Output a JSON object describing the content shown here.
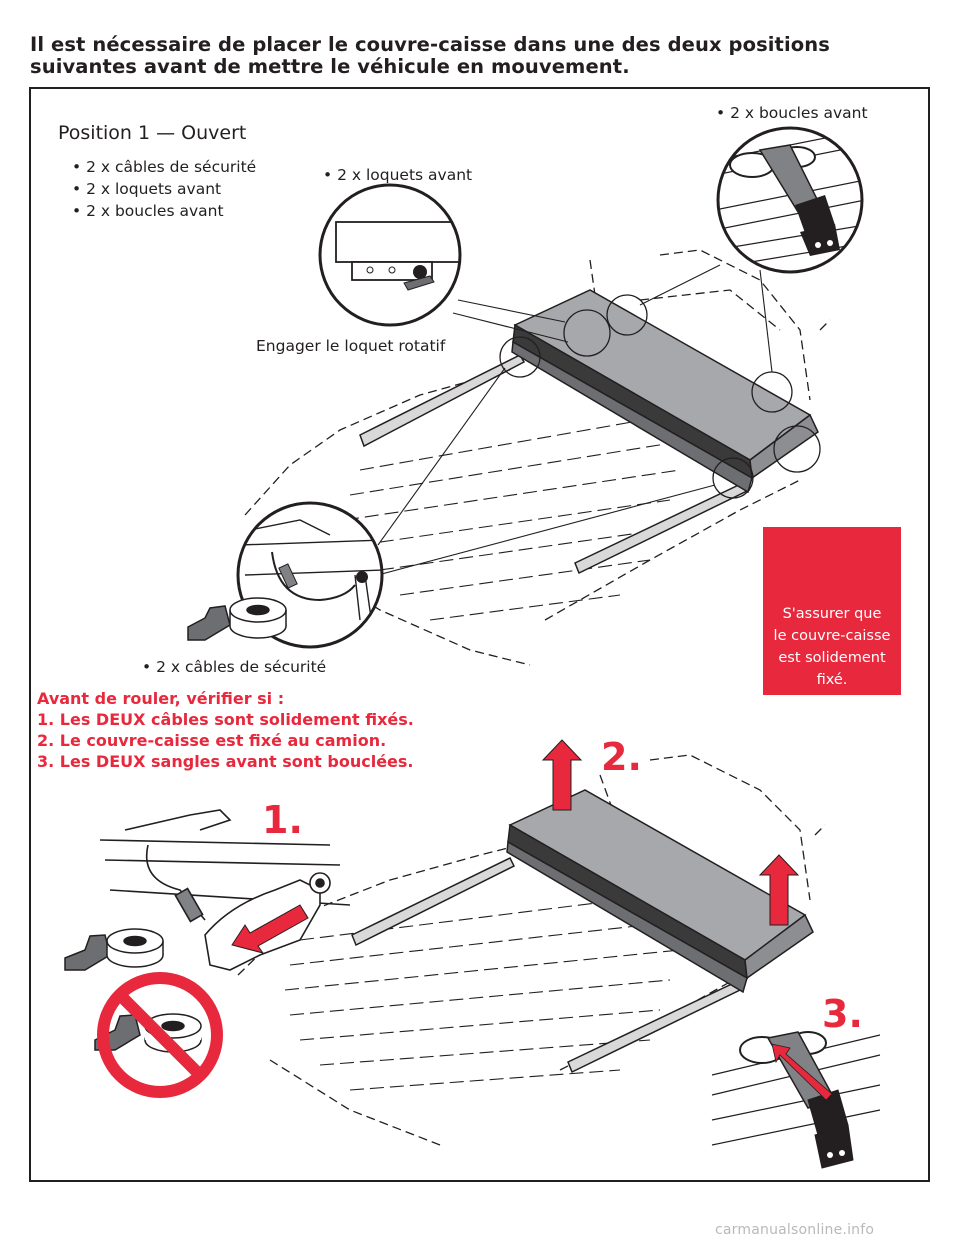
{
  "intro_text": "Il est nécessaire de placer le couvre-caisse dans une des deux positions suivantes avant de mettre le véhicule en mouvement.",
  "position_title": "Position 1 — Ouvert",
  "position_items": [
    "• 2 x câbles de sécurité",
    "• 2 x loquets avant",
    "• 2 x boucles avant"
  ],
  "callouts": {
    "front_buckles": "• 2 x boucles avant",
    "front_latches": "• 2 x loquets avant",
    "rotary_latch": "Engager le loquet rotatif",
    "safety_cables": "• 2 x câbles de sécurité"
  },
  "warning": {
    "icon": "warning-triangle-icon",
    "lines": [
      "S'assurer que",
      "le couvre-caisse",
      "est solidement",
      "fixé."
    ],
    "color": "#e8283d"
  },
  "checklist": {
    "title": "Avant de rouler, vérifier si :",
    "items": [
      "1. Les DEUX câbles sont solidement fixés.",
      "2. Le couvre-caisse est fixé au camion.",
      "3. Les DEUX sangles avant sont bouclées."
    ]
  },
  "steps": [
    "1.",
    "2.",
    "3."
  ],
  "watermark": "carmanualsonline.info"
}
